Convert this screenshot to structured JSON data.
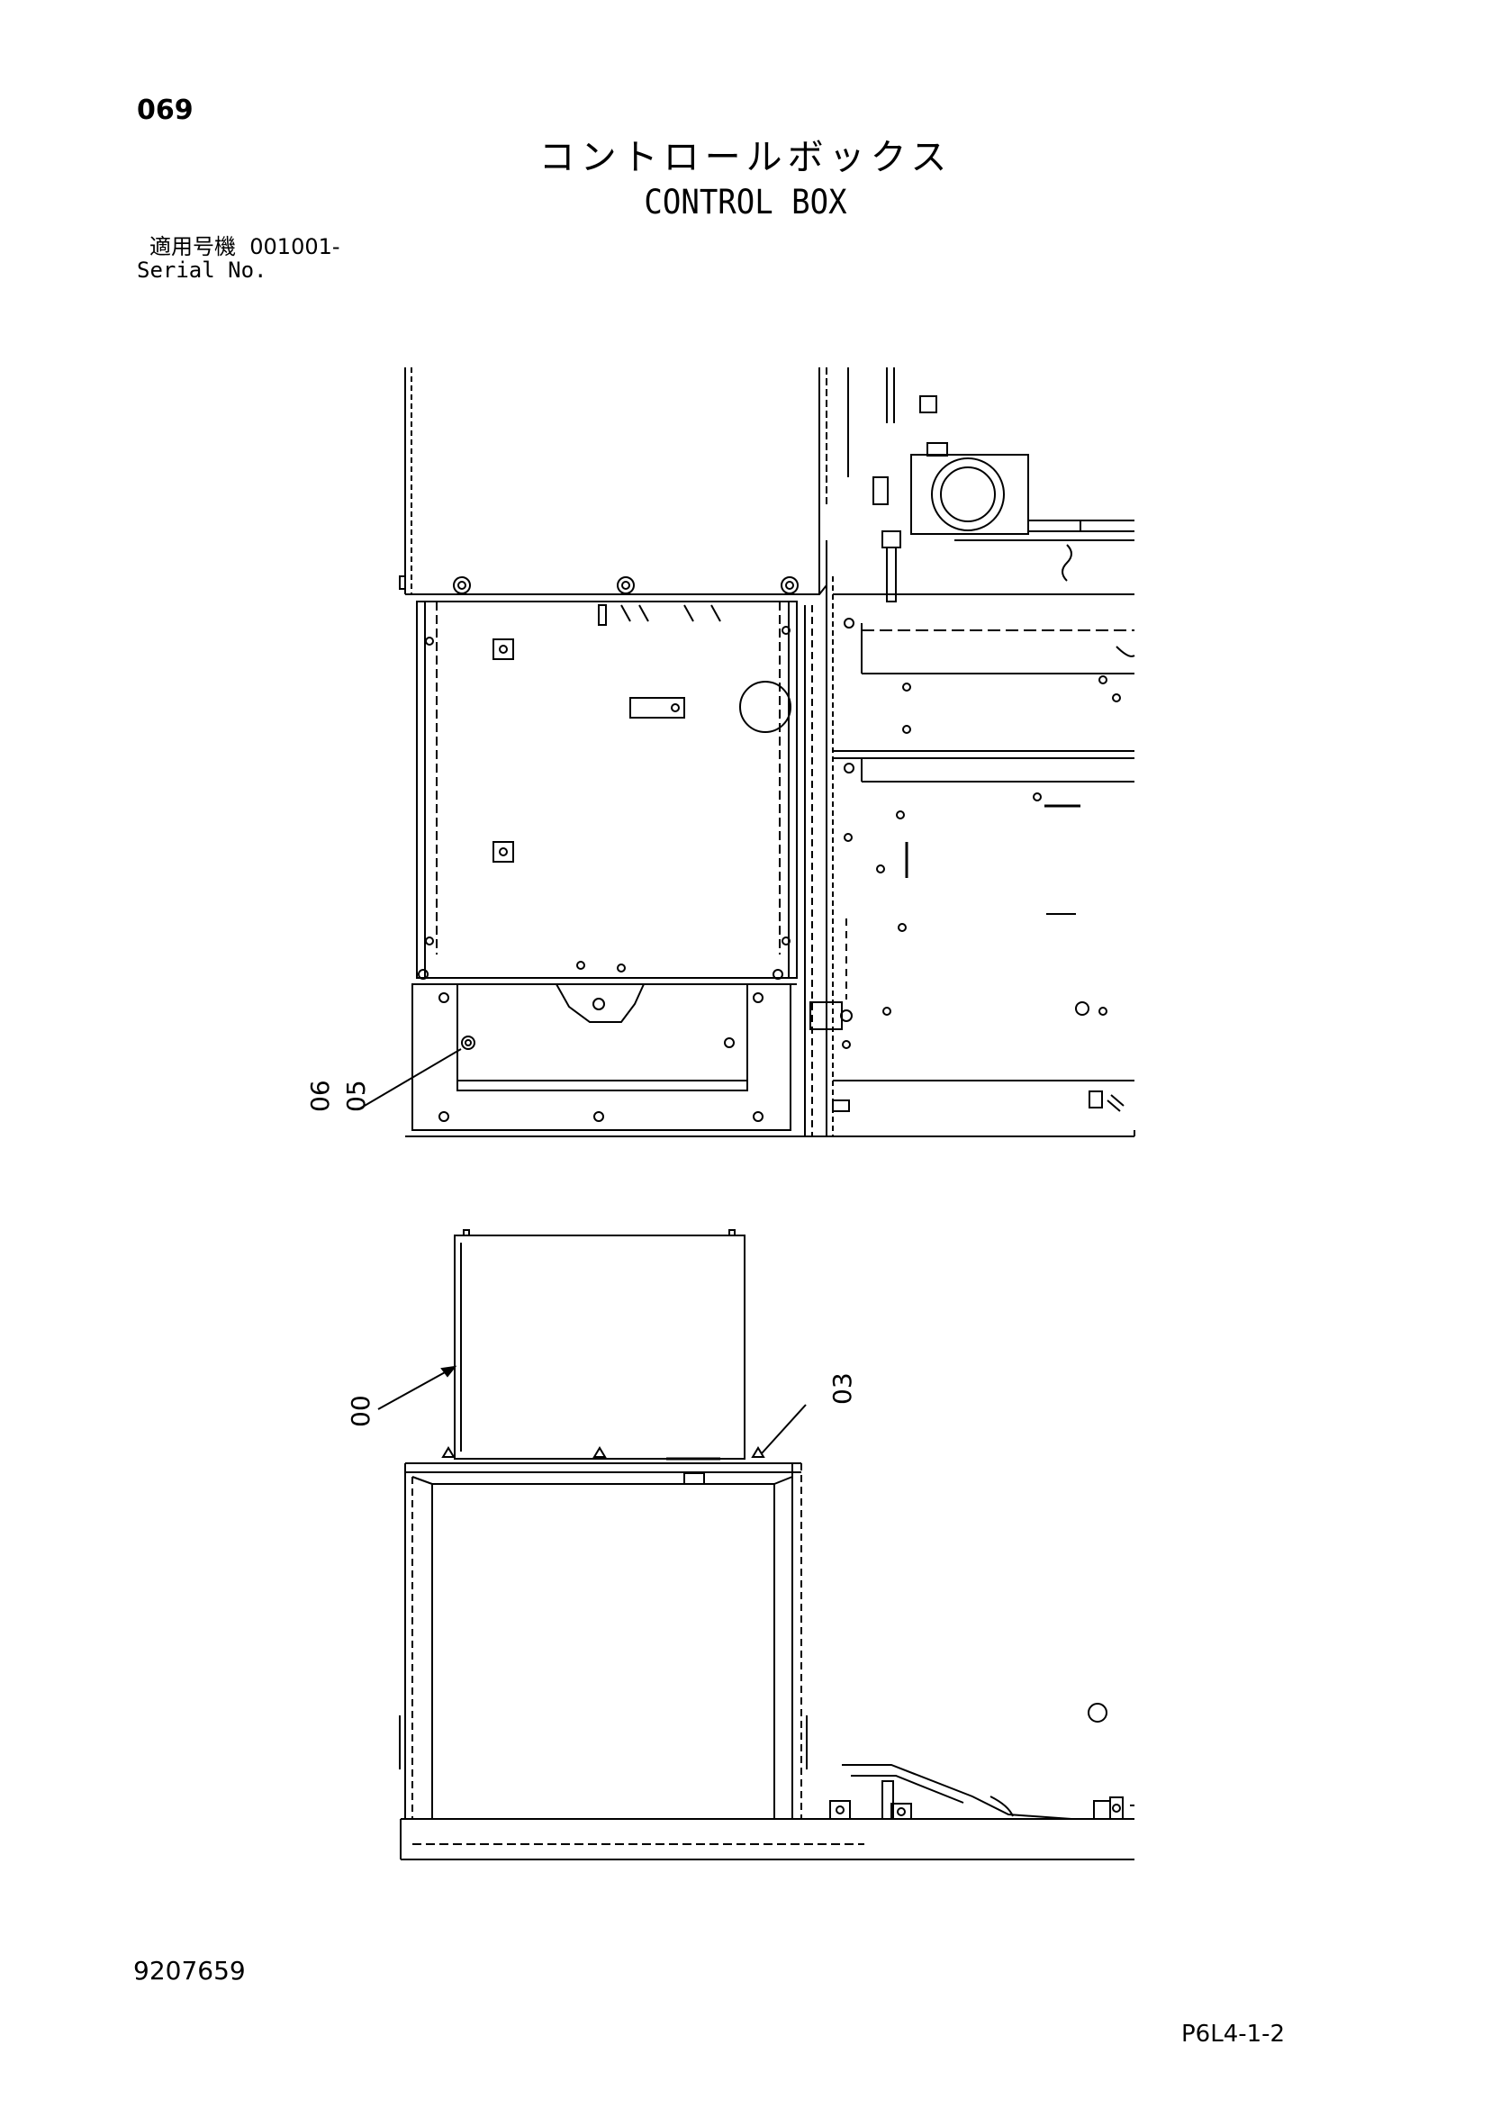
{
  "header": {
    "page_number": "069",
    "title_jp": "コントロールボックス",
    "title_en": "CONTROL BOX",
    "serial_label_jp": "適用号機",
    "serial_value": "001001-",
    "serial_label_en": "Serial No."
  },
  "callouts": {
    "upper_left_a": "06",
    "upper_left_b": "05",
    "lower_left": "00",
    "lower_right": "03"
  },
  "footer": {
    "doc_number": "9207659",
    "page_code": "P6L4-1-2"
  }
}
